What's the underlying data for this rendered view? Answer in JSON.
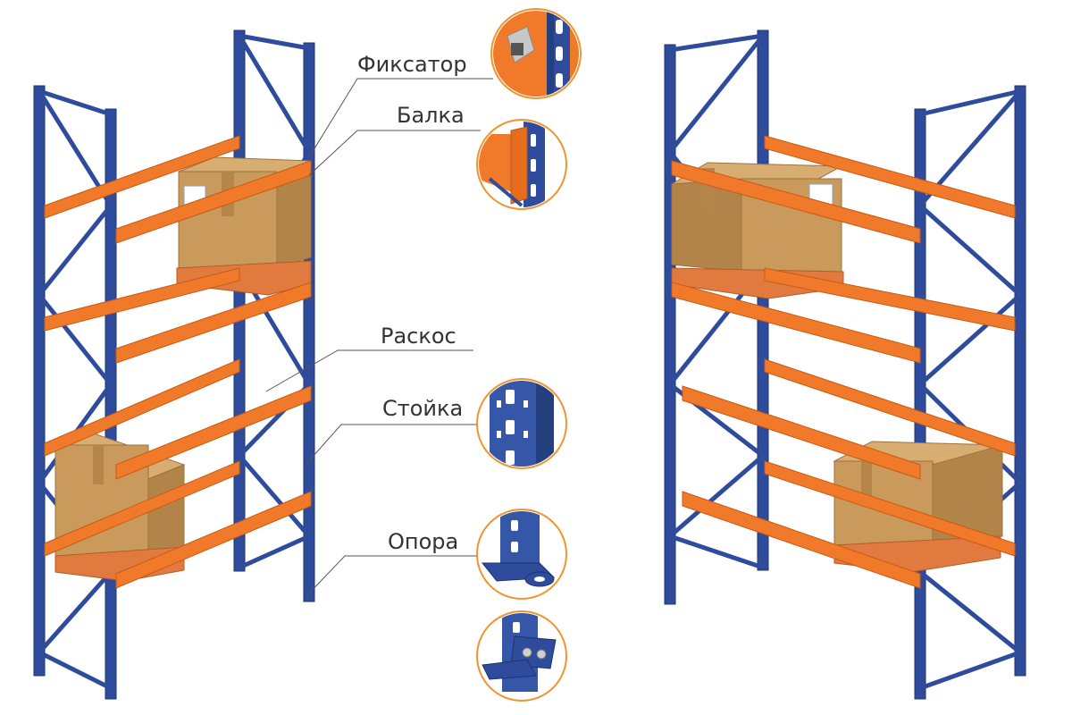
{
  "labels": {
    "fixer": "Фиксатор",
    "beam": "Балка",
    "brace": "Раскос",
    "upright": "Стойка",
    "support": "Опора"
  },
  "colors": {
    "upright": "#2f4c9c",
    "beam": "#f07a2a",
    "box": "#c99a5b",
    "ring": "#f0942e",
    "text": "#333333"
  }
}
